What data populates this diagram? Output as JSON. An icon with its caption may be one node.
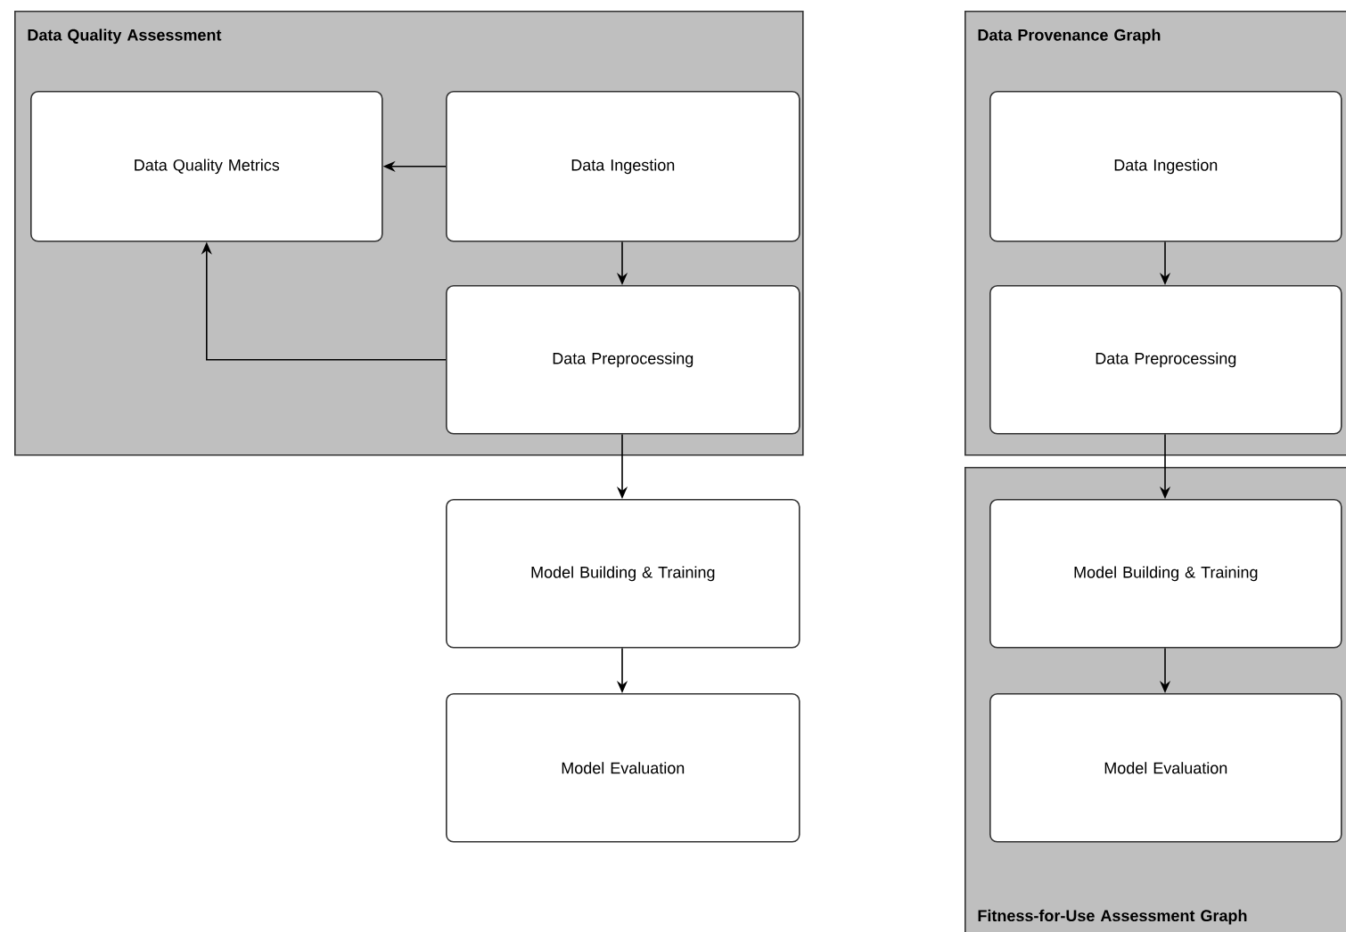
{
  "diagram": {
    "nodes": [
      {
        "text": [
          "Data Quality Assessment"
        ]
      },
      {
        "text": [
          "Data Quality Metrics"
        ],
        "in": 0
      },
      {
        "text": [
          "Data Ingestion"
        ],
        "in": 0
      },
      {
        "text": [
          "Data Preprocessing"
        ],
        "in": 0
      },
      {
        "text": [
          "Model Building & Training"
        ]
      },
      {
        "text": [
          "Model Evaluation"
        ]
      },
      {
        "text": [
          "Data Provenance Graph"
        ]
      },
      {
        "text": [
          "Data Ingestion"
        ],
        "in": 6
      },
      {
        "text": [
          "Data Preprocessing"
        ],
        "in": 6
      },
      {
        "text": [
          "Fitness-for-Use Assessment Graph"
        ]
      },
      {
        "text": [
          "Model Building & Training"
        ],
        "in": 9
      },
      {
        "text": [
          "Model Evaluation"
        ],
        "in": 9
      }
    ],
    "edges": [
      {
        "from": 2,
        "to": 1,
        "arrow": "to"
      },
      {
        "from": 2,
        "to": 3,
        "arrow": "to"
      },
      {
        "from": 3,
        "to": 1,
        "arrow": "to"
      },
      {
        "from": 3,
        "to": 4,
        "arrow": "to"
      },
      {
        "from": 4,
        "to": 5,
        "arrow": "to"
      },
      {
        "from": 7,
        "to": 8,
        "arrow": "to"
      },
      {
        "from": 8,
        "to": 10,
        "arrow": "to"
      },
      {
        "from": 10,
        "to": 11,
        "arrow": "to"
      }
    ]
  }
}
